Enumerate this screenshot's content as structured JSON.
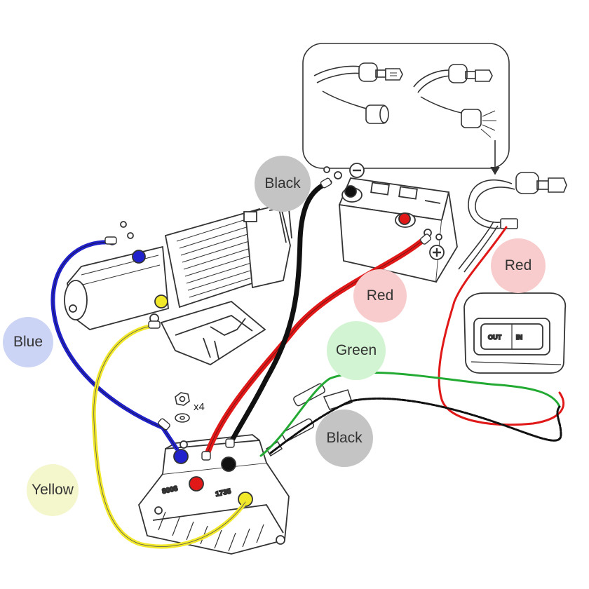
{
  "labels": {
    "black_top": "Black",
    "red_battery": "Red",
    "red_right": "Red",
    "blue": "Blue",
    "green": "Green",
    "black_bottom": "Black",
    "yellow": "Yellow",
    "washer_count": "x4"
  },
  "switch": {
    "out": "OUT",
    "in": "IN"
  },
  "contactor_marks": {
    "left": "8008",
    "right": "1735"
  },
  "colors": {
    "blue": "#2222cc",
    "yellow": "#f2e82a",
    "red": "#e01818",
    "black": "#111111",
    "green": "#22aa33",
    "bubble_black": "#c4c4c4",
    "bubble_red": "#f8cccc",
    "bubble_blue": "#ccd4f6",
    "bubble_green": "#d2f4d2",
    "bubble_yellow": "#f4f6cc",
    "line": "#333333"
  }
}
